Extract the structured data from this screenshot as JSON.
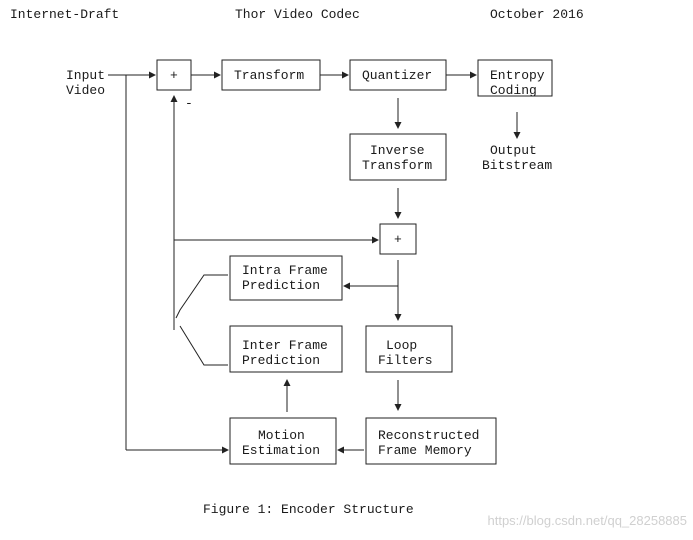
{
  "header": {
    "left": "Internet-Draft",
    "center": "Thor Video Codec",
    "right": "October 2016"
  },
  "diagram": {
    "input_label_1": "Input",
    "input_label_2": "Video",
    "sum1": "+",
    "transform": "Transform",
    "quantizer": "Quantizer",
    "entropy_1": "Entropy",
    "entropy_2": "Coding",
    "output_1": "Output",
    "output_2": "Bitstream",
    "inverse_1": "Inverse",
    "inverse_2": "Transform",
    "sum2": "+",
    "intra_1": "Intra Frame",
    "intra_2": "Prediction",
    "inter_1": "Inter Frame",
    "inter_2": "Prediction",
    "loop_1": "Loop",
    "loop_2": "Filters",
    "motion_1": "Motion",
    "motion_2": "Estimation",
    "recon_1": "Reconstructed",
    "recon_2": "Frame Memory",
    "minus_sign": "-"
  },
  "caption": "Figure 1: Encoder Structure",
  "watermark": "https://blog.csdn.net/qq_28258885"
}
